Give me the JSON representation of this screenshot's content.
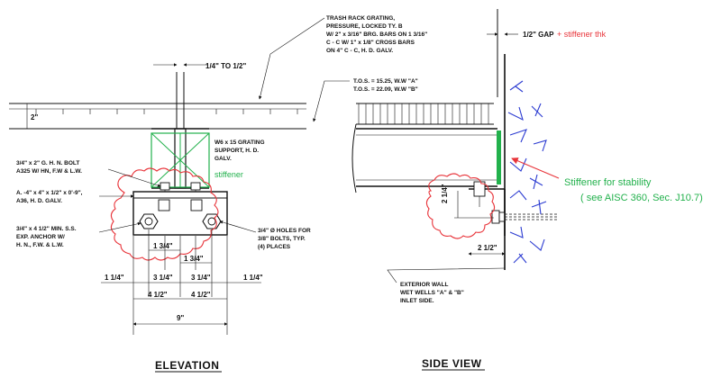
{
  "colors": {
    "markup_green": "#22b14c",
    "markup_red": "#e8343a",
    "markup_blue": "#2b3bd1",
    "ink": "#111111"
  },
  "elevation": {
    "title": "ELEVATION",
    "gap_dim": "1/4\" TO 1/2\"",
    "grating_depth": "2\"",
    "grating_support": [
      "W6 x 15 GRATING",
      "SUPPORT, H. D.",
      "GALV."
    ],
    "bolt_note": [
      "3/4\" x 2\" G. H. N. BOLT",
      "A325 W/ HN, F.W & L.W."
    ],
    "angle_note": [
      "A. -4\" x 4\" x 1/2\" x 0'-9\",",
      "A36, H. D. GALV."
    ],
    "anchor_note": [
      "3/4\" x 4 1/2\" MIN. S.S.",
      "EXP. ANCHOR W/",
      "H. N., F.W. & L.W."
    ],
    "holes_note": [
      "3/4\" Ø HOLES FOR",
      "3/8\" BOLTS, TYP.",
      "(4) PLACES"
    ],
    "dim_1_3_4_a": "1 3/4\"",
    "dim_1_3_4_b": "1 3/4\"",
    "dim_left": "1 1/4\"",
    "dim_right": "1 1/4\"",
    "dim_3_1_4_a": "3 1/4\"",
    "dim_3_1_4_b": "3 1/4\"",
    "dim_4_1_2_a": "4 1/2\"",
    "dim_4_1_2_b": "4 1/2\"",
    "dim_total": "9\""
  },
  "side_view": {
    "title": "SIDE VIEW",
    "trash_rack_note": [
      "TRASH RACK GRATING,",
      "PRESSURE, LOCKED TY. B",
      "W/ 2\" x 3/16\" BRG. BARS ON 1 3/16\"",
      "C - C W/ 1\" x 1/8\" CROSS BARS",
      "ON 4\" C - C, H. D. GALV."
    ],
    "tos_a": "T.O.S. = 15.25, W.W \"A\"",
    "tos_b": "T.O.S. = 22.09, W.W \"B\"",
    "gap_label": "1/2\" GAP",
    "dim_2_1_4_v": "2 1/4\"",
    "dim_2_1_2": "2 1/2\"",
    "wall_note": [
      "EXTERIOR WALL",
      "WET WELLS \"A\" & \"B\"",
      "INLET SIDE."
    ]
  },
  "markup": {
    "stiffener_label": "stiffener",
    "stiffener_thk": "+ stiffener thk",
    "stability_note_1": "Stiffener for stability",
    "stability_note_2": "( see AISC 360, Sec. J10.7)"
  }
}
